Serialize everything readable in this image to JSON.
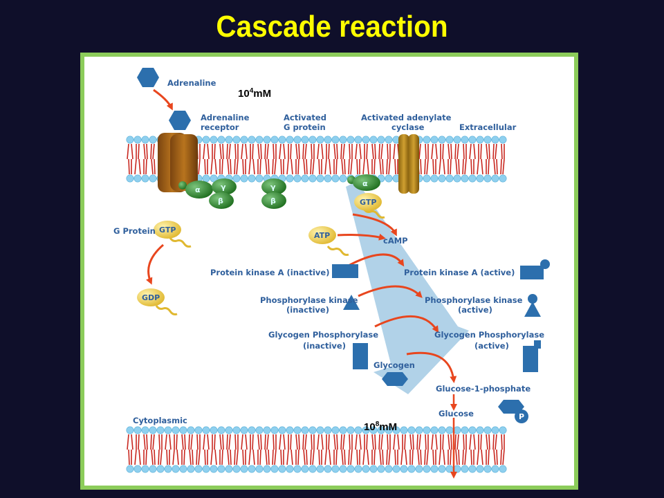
{
  "title": "Cascade reaction",
  "concentrations": {
    "top": {
      "base": "10",
      "exp": "4",
      "unit": "mM"
    },
    "bottom": {
      "base": "10",
      "exp": "8",
      "unit": "mM"
    }
  },
  "labels": {
    "adrenaline": "Adrenaline",
    "adrenaline_receptor_1": "Adrenaline",
    "adrenaline_receptor_2": "receptor",
    "activated_g_protein_1": "Activated",
    "activated_g_protein_2": "G protein",
    "activated_cyclase_1": "Activated adenylate",
    "activated_cyclase_2": "cyclase",
    "extracellular": "Extracellular",
    "g_protein": "G Protein",
    "pka_inactive": "Protein kinase A (inactive)",
    "pka_active": "Protein kinase A (active)",
    "phk_inactive_1": "Phosphorylase kinase",
    "phk_inactive_2": "(inactive)",
    "phk_active_1": "Phosphorylase kinase",
    "phk_active_2": "(active)",
    "gp_inactive_1": "Glycogen Phosphorylase",
    "gp_inactive_2": "(inactive)",
    "gp_active_1": "Glycogen Phosphorylase",
    "gp_active_2": "(active)",
    "glycogen": "Glycogen",
    "glucose_1_phosphate": "Glucose-1-phosphate",
    "glucose": "Glucose",
    "cytoplasmic": "Cytoplasmic",
    "camp": "cAMP"
  },
  "molecules": {
    "gtp_top": "GTP",
    "gtp_left": "GTP",
    "gdp": "GDP",
    "atp": "ATP",
    "phosphate": "P",
    "alpha_1": "α",
    "gamma_1": "γ",
    "beta_1": "β",
    "gamma_2": "γ",
    "beta_2": "β",
    "alpha_2": "α"
  },
  "colors": {
    "title": "#ffff00",
    "background": "#0f0f2a",
    "frame_border": "#8ccc5a",
    "membrane_head": "#8fd0ef",
    "membrane_tail": "#c8261e",
    "label": "#2f5f9c",
    "arrow": "#e8461e",
    "enzyme": "#2c6fad",
    "g_subunit": "#2e8a2e",
    "nucleotide": "#f0d050",
    "receptor": "#9a5a14",
    "cascade_wedge": "#a9cde6"
  }
}
